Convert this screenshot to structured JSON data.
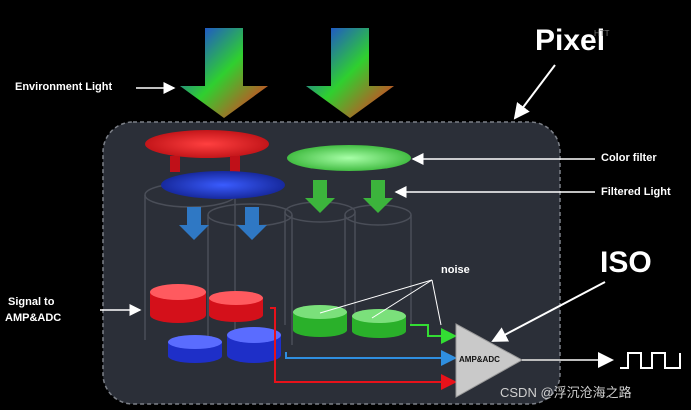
{
  "labels": {
    "pixel": "Pixel",
    "iso": "ISO",
    "environment_light": "Environment Light",
    "color_filter": "Color filter",
    "filtered_light": "Filtered Light",
    "noise": "noise",
    "signal_line1": "Signal to",
    "signal_line2": "AMP&ADC",
    "amp_adc": "AMP&ADC",
    "watermark": "CSDN @浮沉沧海之路",
    "corner_mark": "HTT"
  },
  "colors": {
    "background": "#000000",
    "pixel_body": "#2b2f38",
    "red": "#e8121a",
    "blue": "#1f3fd6",
    "green": "#33cc33",
    "arrow_blue": "#2f78c4",
    "arrow_green": "#3cb43c",
    "amp": "#c8c8c8"
  }
}
